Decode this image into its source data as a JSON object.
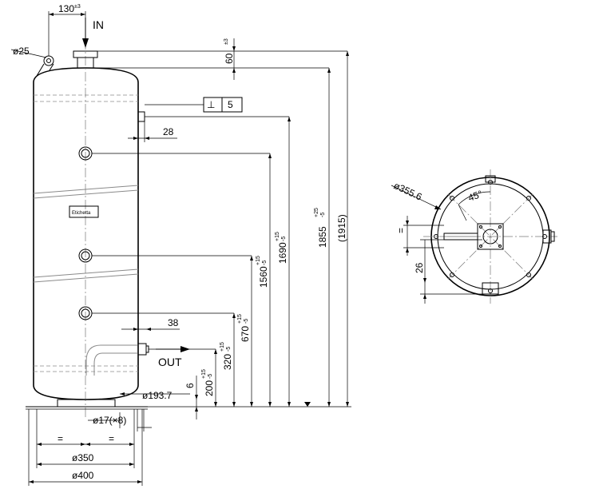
{
  "labels": {
    "inlet": "IN",
    "outlet": "OUT",
    "etichetta": "Etichetta",
    "flatness_symbol": "⊥",
    "flatness_value": "5"
  },
  "dimensions": {
    "width_inlet": "130",
    "width_inlet_tol": "±3",
    "dia_25": "ø25",
    "top_60": "60",
    "top_60_tol": "±3",
    "side_28": "28",
    "side_38": "38",
    "h_1915": "(1915)",
    "h_1855": "1855",
    "h_1855_tol_up": "+25",
    "h_1855_tol_dn": "-5",
    "h_1690": "1690",
    "h_1690_tol_up": "+15",
    "h_1690_tol_dn": "-5",
    "h_1560": "1560",
    "h_1560_tol_up": "+15",
    "h_1560_tol_dn": "-5",
    "h_670": "670",
    "h_670_tol_up": "+15",
    "h_670_tol_dn": "-5",
    "h_320": "320",
    "h_320_tol_up": "+15",
    "h_320_tol_dn": "-5",
    "h_200": "200",
    "h_200_tol_up": "+15",
    "h_200_tol_dn": "-5",
    "h_6": "6",
    "dia_193": "ø193.7",
    "dia_17": "ø17(×8)",
    "equal": "=",
    "dia_350": "ø350",
    "dia_400": "ø400",
    "dia_355": "ø355.6",
    "angle_45": "45°",
    "plan_equal": "=",
    "plan_26": "26"
  }
}
